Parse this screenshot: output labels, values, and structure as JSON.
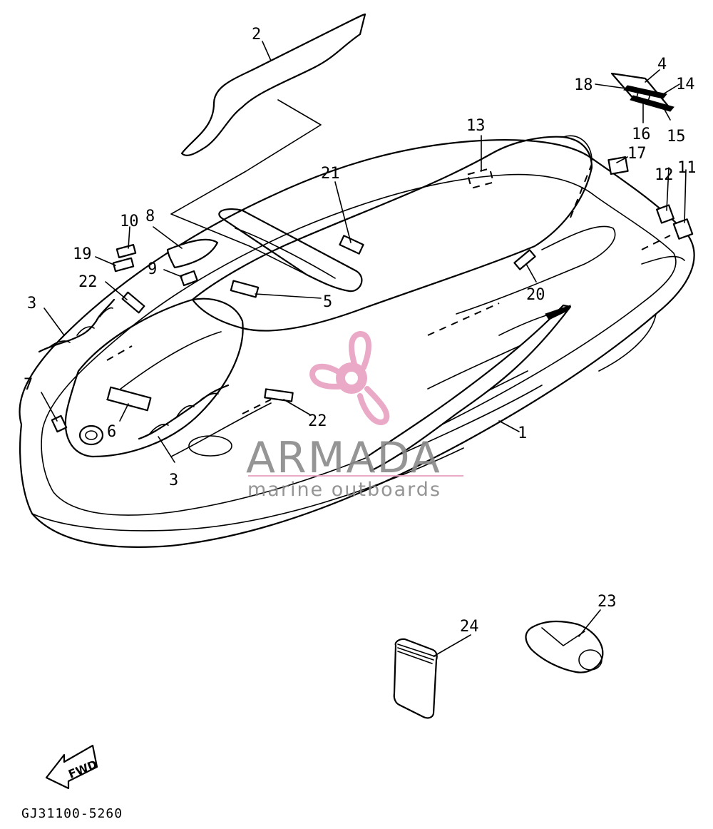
{
  "diagram": {
    "part_code": "GJ31100-5260",
    "fwd_label": "FWD",
    "callouts": [
      "1",
      "2",
      "3",
      "3",
      "4",
      "5",
      "6",
      "7",
      "8",
      "9",
      "10",
      "11",
      "12",
      "13",
      "14",
      "15",
      "16",
      "17",
      "18",
      "19",
      "20",
      "21",
      "22",
      "22",
      "23",
      "24"
    ]
  },
  "watermark": {
    "brand": "ARMADA",
    "tagline": "marine outboards",
    "colors": {
      "logo": "#e8a0c0",
      "text": "#8a8a8a"
    }
  }
}
